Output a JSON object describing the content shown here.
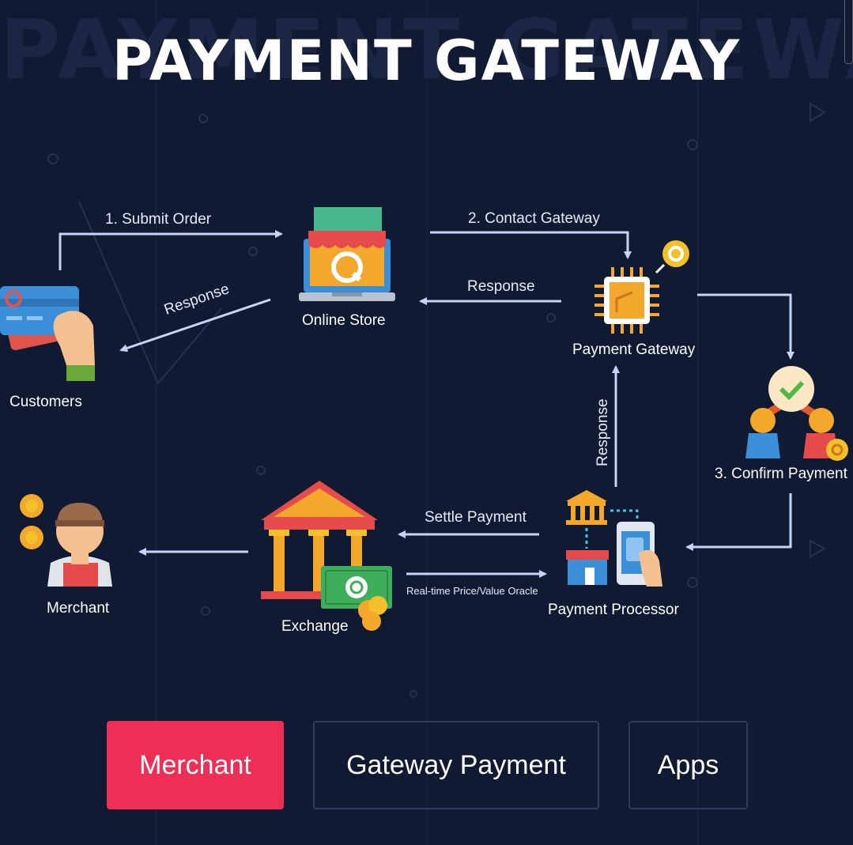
{
  "watermark": "PAYMENT GATEWAY",
  "title": "PAYMENT GATEWAY",
  "nodes": {
    "customers": "Customers",
    "online_store": "Online Store",
    "payment_gateway": "Payment Gateway",
    "confirm_payment": "3. Confirm Payment",
    "payment_processor": "Payment Processor",
    "exchange": "Exchange",
    "merchant": "Merchant"
  },
  "edges": {
    "submit_order": "1. Submit Order",
    "contact_gateway": "2. Contact Gateway",
    "response_store": "Response",
    "response_customers": "Response",
    "response_processor": "Response",
    "settle_payment": "Settle Payment",
    "oracle": "Real-time Price/Value Oracle"
  },
  "buttons": {
    "merchant": "Merchant",
    "gateway_payment": "Gateway Payment",
    "apps": "Apps"
  },
  "colors": {
    "background": "#111a33",
    "arrow": "#c6d5f5",
    "accent": "#ef2e55",
    "button_border": "#2f3b5c"
  }
}
